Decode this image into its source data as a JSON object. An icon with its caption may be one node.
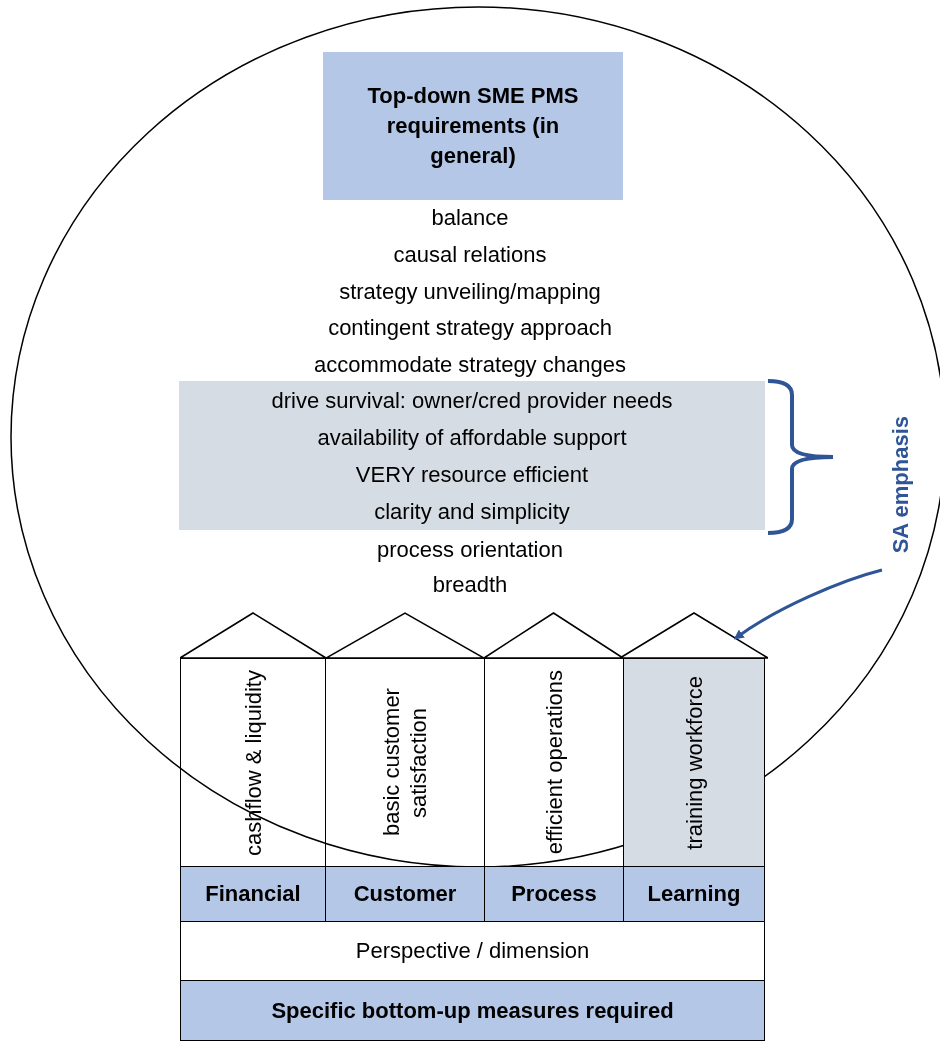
{
  "diagram": {
    "nodes": [
      {
        "text": [
          "Top-down SME PMS requirements (in general)"
        ]
      },
      {
        "text": [
          "drive survival: owner/cred provider needs",
          "availability of affordable support",
          "VERY resource efficient",
          "clarity and simplicity"
        ]
      },
      {
        "text": [
          "SA emphasis"
        ]
      },
      {
        "text": [],
        "shape": "triangle"
      },
      {
        "text": [],
        "shape": "triangle"
      },
      {
        "text": [],
        "shape": "triangle"
      },
      {
        "text": [],
        "shape": "triangle"
      },
      {
        "text": [
          "cashflow & liquidity"
        ]
      },
      {
        "text": [
          "basic customer satisfaction"
        ]
      },
      {
        "text": [
          "efficient operations"
        ]
      },
      {
        "text": [
          "training workforce"
        ]
      },
      {
        "text": [
          "Financial"
        ]
      },
      {
        "text": [
          "Customer"
        ]
      },
      {
        "text": [
          "Process"
        ]
      },
      {
        "text": [
          "Learning"
        ]
      },
      {
        "text": [
          "Perspective / dimension"
        ]
      },
      {
        "text": [
          "Specific bottom-up measures required"
        ]
      }
    ],
    "edges": [
      {
        "from": 2,
        "to": 6,
        "arrow": "to",
        "color": "#2f5597"
      }
    ],
    "labels": [
      "balance",
      "causal relations",
      "strategy unveiling/mapping",
      "contingent strategy approach",
      "accommodate strategy changes",
      "process orientation",
      "breadth"
    ]
  }
}
